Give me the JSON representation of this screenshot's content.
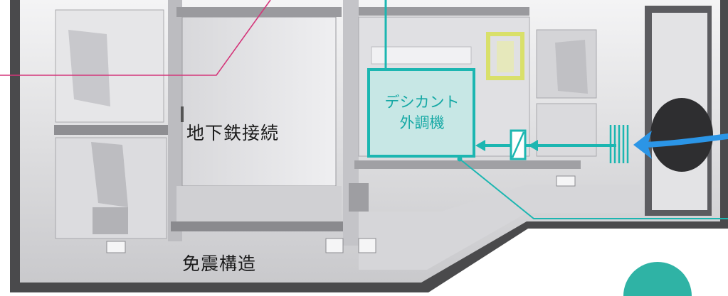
{
  "labels": {
    "subway": "地下鉄接続",
    "seismic": "免震構造",
    "unit_line1": "デシカント",
    "unit_line2": "外調機"
  },
  "colors": {
    "teal": "#1cb6b1",
    "teal_fill": "#bfe9e6",
    "magenta": "#d4367a",
    "blue_arrow": "#2b95e6",
    "yellow_duct": "#d9e06a",
    "wall_dark": "#4a4a4c",
    "wall_light": "#e4e4e6"
  }
}
